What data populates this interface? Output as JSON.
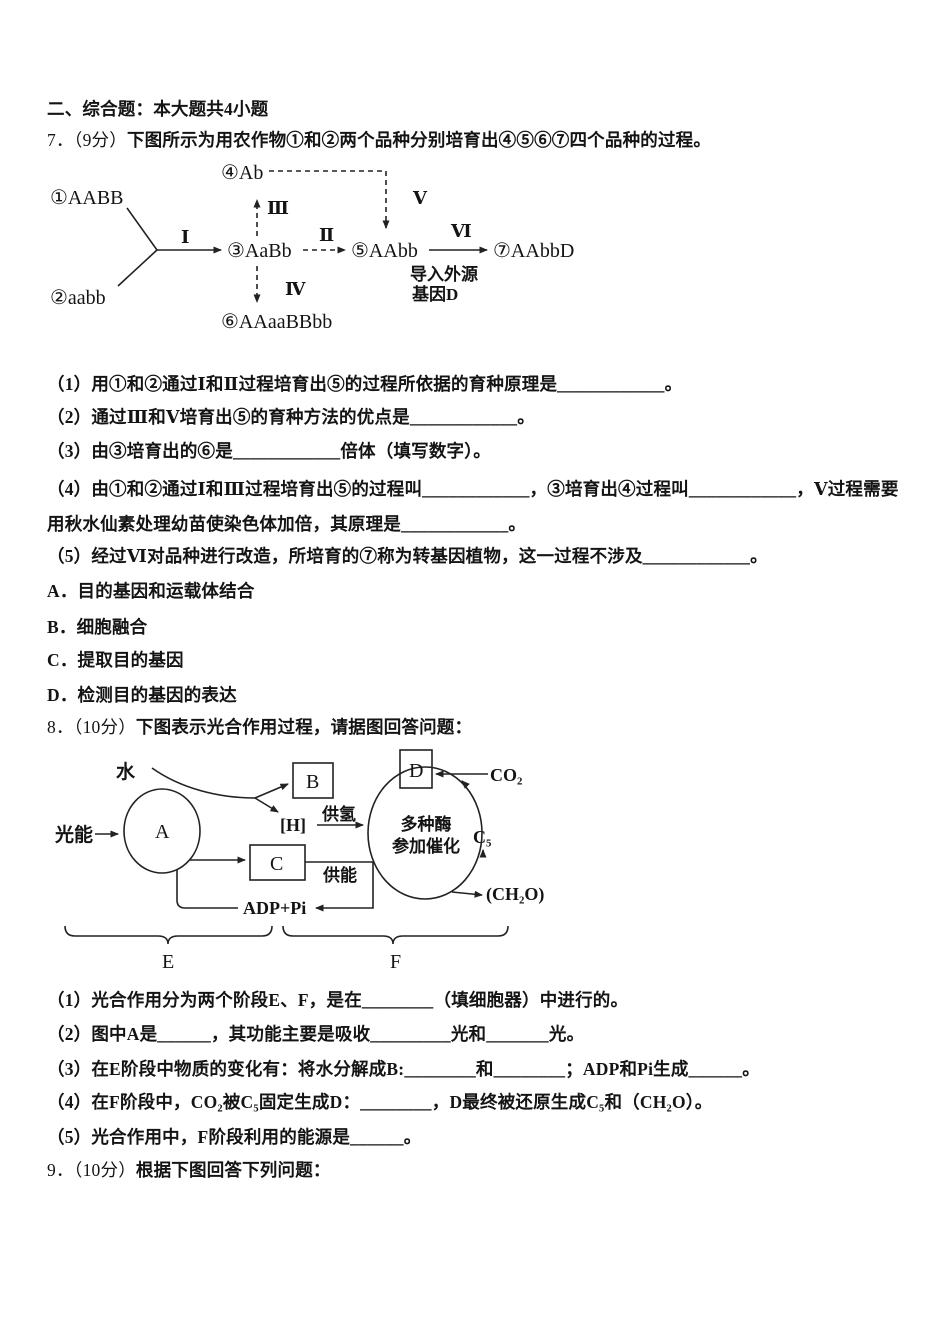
{
  "section_header": "二、综合题：本大题共4小题",
  "q7": {
    "number": "7．",
    "score": "（9分）",
    "stem": "下图所示为用农作物①和②两个品种分别培育出④⑤⑥⑦四个品种的过程。",
    "diagram": {
      "parent1": "①AABB",
      "parent2": "②aabb",
      "node3": "③AaBb",
      "node4": "④Ab",
      "node5": "⑤AAbb",
      "node6": "⑥AAaaBBbb",
      "node7": "⑦AAbbD",
      "process_i": "Ⅰ",
      "process_ii": "Ⅱ",
      "process_iii": "Ⅲ",
      "process_iv": "Ⅳ",
      "process_v": "Ⅴ",
      "process_vi": "Ⅵ",
      "vi_note_line1": "导入外源",
      "vi_note_line2": "基因D"
    },
    "items": [
      "（1）用①和②通过Ⅰ和Ⅱ过程培育出⑤的过程所依据的育种原理是____________。",
      "（2）通过Ⅲ和Ⅴ培育出⑤的育种方法的优点是____________。",
      "（3）由③培育出的⑥是____________倍体（填写数字）。",
      "（4）由①和②通过Ⅰ和Ⅲ过程培育出⑤的过程叫____________，③培育出④过程叫____________，Ⅴ过程需要用秋水仙素处理幼苗使染色体加倍，其原理是____________。",
      "（5）经过Ⅵ对品种进行改造，所培育的⑦称为转基因植物，这一过程不涉及____________。"
    ],
    "options": [
      "A．目的基因和运载体结合",
      "B．细胞融合",
      "C．提取目的基因",
      "D．检测目的基因的表达"
    ]
  },
  "q8": {
    "number": "8．",
    "score": "（10分）",
    "stem": "下图表示光合作用过程，请据图回答问题：",
    "diagram": {
      "water": "水",
      "light": "光能",
      "a": "A",
      "b": "B",
      "c": "C",
      "d": "D",
      "h": "[H]",
      "supply_h": "供氢",
      "supply_e": "供能",
      "enzyme_line1": "多种酶",
      "enzyme_line2": "参加催化",
      "co2": "CO₂",
      "c5": "C₅",
      "ch2o": "(CH₂O)",
      "adp": "ADP+Pi",
      "stage_e": "E",
      "stage_f": "F"
    },
    "items": [
      "（1）光合作用分为两个阶段E、F，是在________（填细胞器）中进行的。",
      "（2）图中A是______，其功能主要是吸收_________光和_______光。",
      "（3）在E阶段中物质的变化有：将水分解成B:________和________；ADP和Pi生成______。",
      "（4）在F阶段中，CO₂被C₅固定生成D：________，D最终被还原生成C₅和（CH₂O）。",
      "（5）光合作用中，F阶段利用的能源是______。"
    ]
  },
  "q9": {
    "number": "9．",
    "score": "（10分）",
    "stem": "根据下图回答下列问题："
  }
}
